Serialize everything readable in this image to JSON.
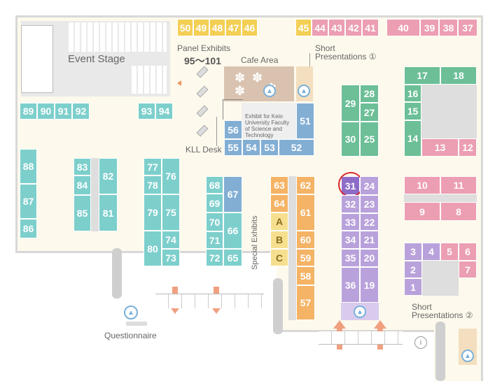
{
  "labels": {
    "event_stage": "Event Stage",
    "panel_exhibits": "Panel Exhibits",
    "panel_range": "95〜101",
    "cafe_area": "Cafe Area",
    "short_pres1": "Short",
    "short_pres1b": "Presentations ①",
    "keio": "Exhibit for Keio University Faculty of Science and Technology",
    "kll_desk": "KLL Desk",
    "special_exhibits": "Special Exhibits",
    "short_pres2": "Short",
    "short_pres2b": "Presentations ②",
    "questionnaire": "Questionnaire"
  },
  "booths": {
    "b50": "50",
    "b49": "49",
    "b48": "48",
    "b47": "47",
    "b46": "46",
    "b45": "45",
    "b44": "44",
    "b43": "43",
    "b42": "42",
    "b41": "41",
    "b40": "40",
    "b39": "39",
    "b38": "38",
    "b37": "37",
    "b89": "89",
    "b90": "90",
    "b91": "91",
    "b92": "92",
    "b93": "93",
    "b94": "94",
    "b88": "88",
    "b87": "87",
    "b86": "86",
    "b83": "83",
    "b84": "84",
    "b85": "85",
    "b82": "82",
    "b81": "81",
    "b77": "77",
    "b78": "78",
    "b79": "79",
    "b80": "80",
    "b76": "76",
    "b75": "75",
    "b74": "74",
    "b73": "73",
    "b68": "68",
    "b69": "69",
    "b70": "70",
    "b71": "71",
    "b72": "72",
    "b67": "67",
    "b66": "66",
    "b65": "65",
    "b63": "63",
    "b64": "64",
    "bA": "A",
    "bB": "B",
    "bC": "C",
    "b62": "62",
    "b61": "61",
    "b60": "60",
    "b59": "59",
    "b58": "58",
    "b57": "57",
    "b56": "56",
    "b55": "55",
    "b54": "54",
    "b53": "53",
    "b52": "52",
    "b51": "51",
    "b29": "29",
    "b28": "28",
    "b27": "27",
    "b30": "30",
    "b25": "25",
    "b31": "31",
    "b24": "24",
    "b32": "32",
    "b23": "23",
    "b33": "33",
    "b22": "22",
    "b34": "34",
    "b21": "21",
    "b35": "35",
    "b20": "20",
    "b36": "36",
    "b19": "19",
    "b17": "17",
    "b18": "18",
    "b16": "16",
    "b15": "15",
    "b14": "14",
    "b13": "13",
    "b12": "12",
    "b10": "10",
    "b11": "11",
    "b9": "9",
    "b8": "8",
    "b3": "3",
    "b4": "4",
    "b5": "5",
    "b6": "6",
    "b2": "2",
    "b7": "7",
    "b1": "1"
  },
  "highlight_color": "#d9262c"
}
